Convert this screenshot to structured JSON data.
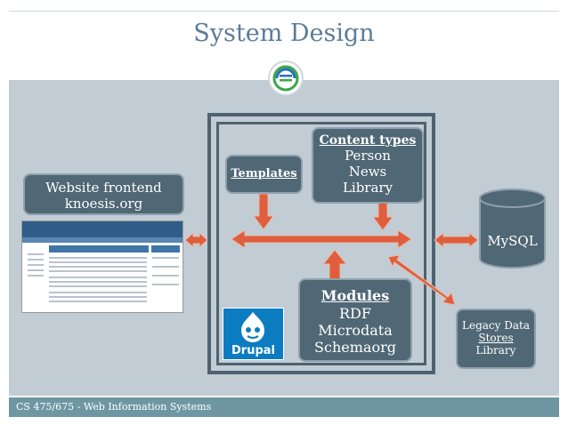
{
  "title": "System Design",
  "footer": "CS 475/675 - Web Information Systems",
  "website_frontend": {
    "line1": "Website frontend",
    "line2": "knoesis.org"
  },
  "templates": {
    "label": "Templates"
  },
  "content_types": {
    "header": "Content types",
    "items": [
      "Person",
      "News",
      "Library"
    ]
  },
  "modules": {
    "header": "Modules",
    "items": [
      "RDF",
      "Microdata",
      "Schemaorg"
    ]
  },
  "mysql": {
    "label": "MySQL"
  },
  "legacy": {
    "line1": "Legacy Data",
    "line2": "Stores",
    "line3": "Library"
  },
  "drupal_logo": {
    "text": "Drupal"
  },
  "colors": {
    "arrow": "#de5e3d",
    "box": "#506775",
    "background": "#c2ccd4",
    "title": "#5b7c99",
    "footer": "#6e97a3"
  }
}
